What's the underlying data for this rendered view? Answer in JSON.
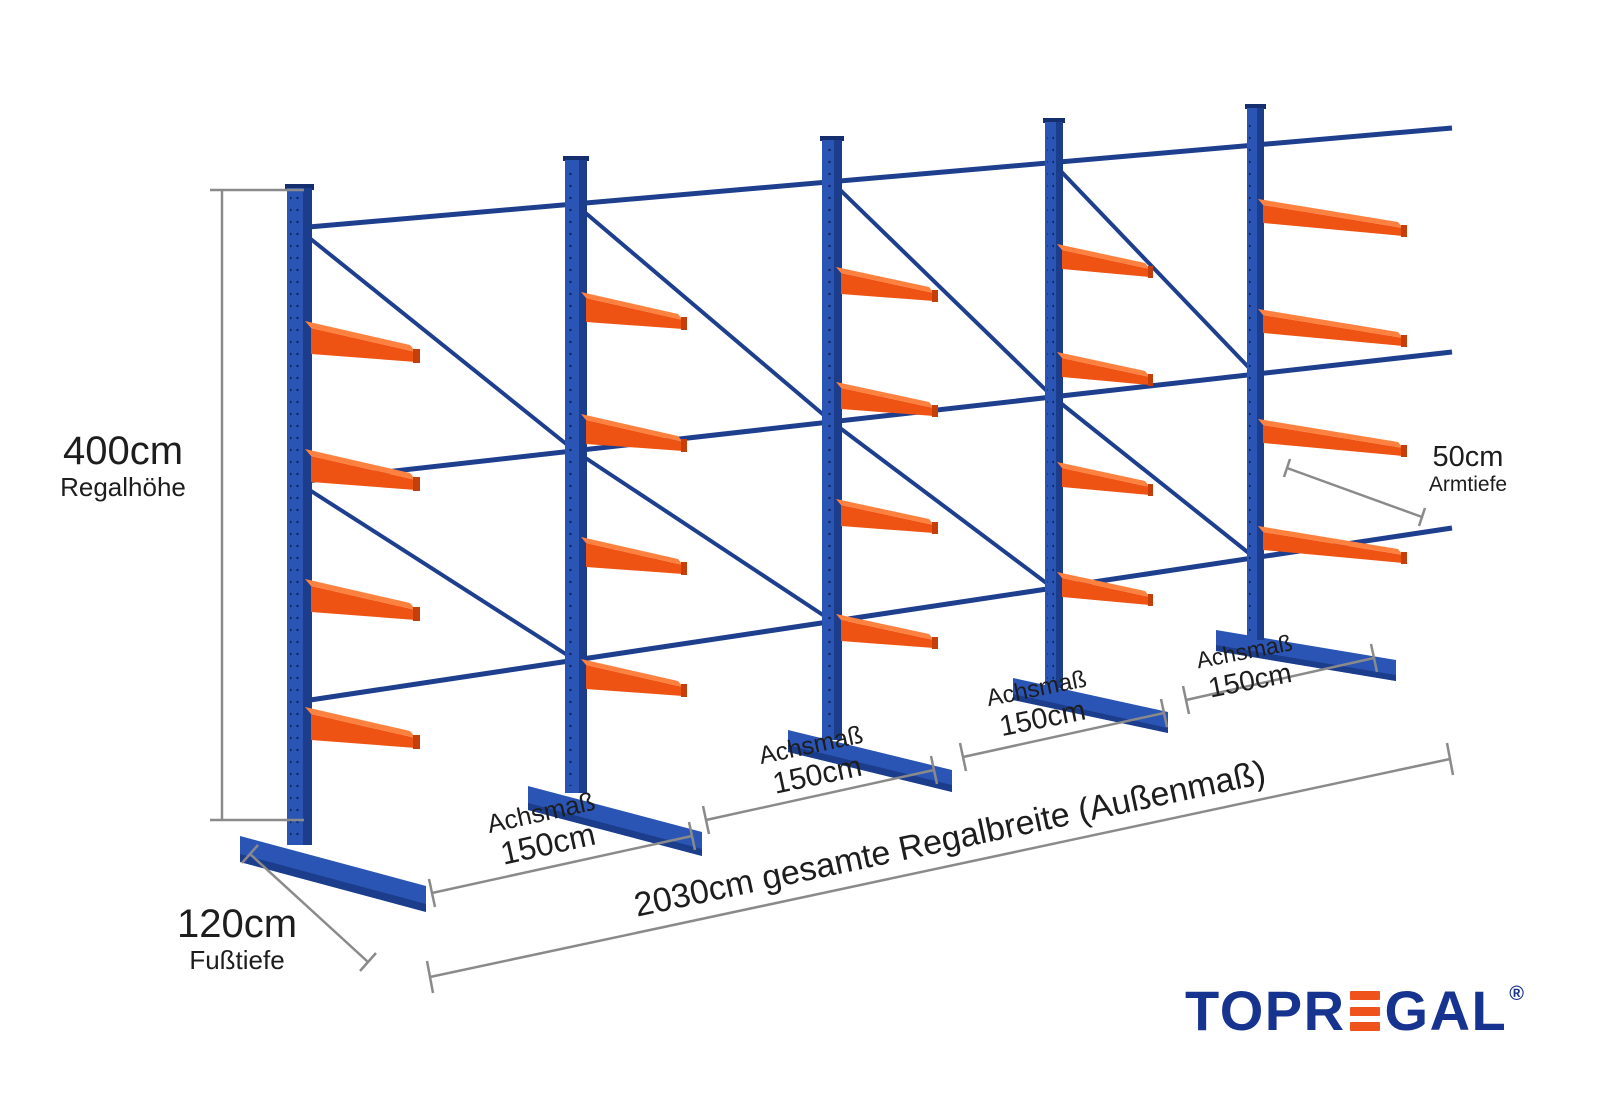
{
  "figure": {
    "type": "cantilever-rack-technical-diagram",
    "uprights": 5,
    "arm_levels_per_upright": 4
  },
  "colors": {
    "frame_blue": "#2a55b4",
    "frame_blue_dark": "#1c3d8c",
    "brace_navy": "#1e3e8e",
    "arm_orange": "#ee5313",
    "arm_orange_light": "#ff8140",
    "dimension_gray": "#8a8a8a",
    "text_dark": "#1d1d1d",
    "logo_navy": "#16338f",
    "logo_orange": "#f0521c"
  },
  "dimensions": {
    "height": {
      "value": "400cm",
      "label": "Regalhöhe"
    },
    "foot_depth": {
      "value": "120cm",
      "label": "Fußtiefe"
    },
    "arm_depth": {
      "value": "50cm",
      "label": "Armtiefe"
    },
    "axis_spacings": [
      {
        "label": "Achsmaß",
        "value": "150cm"
      },
      {
        "label": "Achsmaß",
        "value": "150cm"
      },
      {
        "label": "Achsmaß",
        "value": "150cm"
      },
      {
        "label": "Achsmaß",
        "value": "150cm"
      }
    ],
    "total_width": {
      "full": "2030cm gesamte Regalbreite  (Außenmaß)"
    }
  },
  "logo": {
    "prefix": "TOPR",
    "suffix": "GAL",
    "registered": "®"
  }
}
